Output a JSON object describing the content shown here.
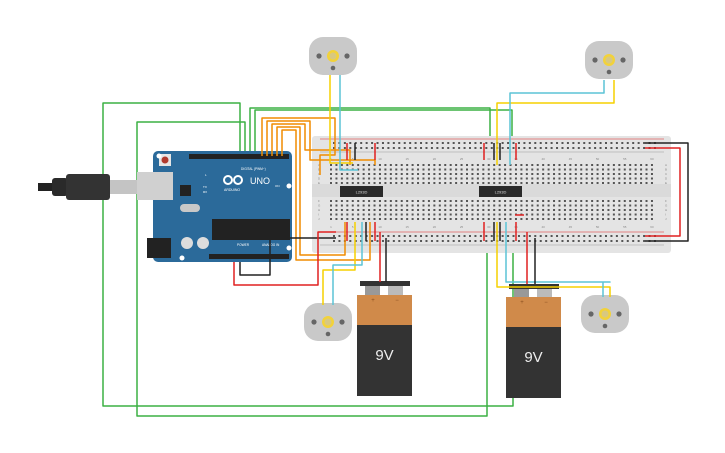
{
  "arduino": {
    "brand": "ARDUINO",
    "model": "UNO",
    "digital_label": "DIGITAL (PWM~)",
    "power_label": "POWER",
    "analog_label": "ANALOG IN",
    "tx_label": "TX",
    "rx_label": "RX",
    "l_label": "L",
    "on_label": "ON"
  },
  "breadboard": {
    "column_numbers": [
      "1",
      "5",
      "10",
      "15",
      "20",
      "25",
      "30",
      "35",
      "40",
      "45",
      "50",
      "55",
      "60"
    ],
    "row_letters_top": [
      "A",
      "B",
      "C",
      "D",
      "E"
    ],
    "row_letters_bottom": [
      "F",
      "G",
      "H",
      "I",
      "J"
    ]
  },
  "chips": [
    {
      "label": "L293D"
    },
    {
      "label": "L293D"
    }
  ],
  "batteries": [
    {
      "voltage": "9V",
      "plus": "+",
      "minus": "−"
    },
    {
      "voltage": "9V",
      "plus": "+",
      "minus": "−"
    }
  ],
  "colors": {
    "green": "#3cb043",
    "orange": "#f08c00",
    "yellow": "#f5d000",
    "cyan": "#5bc4d6",
    "red": "#e02020",
    "black": "#222222",
    "arduino_blue": "#2b6a9a",
    "battery_top": "#d08a4a",
    "battery_body": "#333333",
    "motor": "#c9c9c9",
    "breadboard": "#e4e4e4"
  }
}
